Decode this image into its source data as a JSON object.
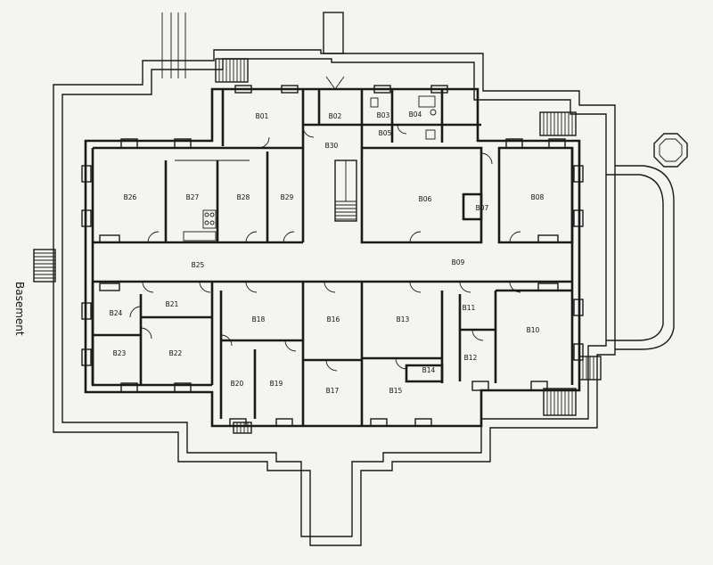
{
  "plan": {
    "side_label": "Basement",
    "rooms": [
      {
        "id": "B01",
        "label": "B01"
      },
      {
        "id": "B02",
        "label": "B02"
      },
      {
        "id": "B03",
        "label": "B03"
      },
      {
        "id": "B04",
        "label": "B04"
      },
      {
        "id": "B05",
        "label": "B05"
      },
      {
        "id": "B06",
        "label": "B06"
      },
      {
        "id": "B07",
        "label": "B07"
      },
      {
        "id": "B08",
        "label": "B08"
      },
      {
        "id": "B09",
        "label": "B09"
      },
      {
        "id": "B10",
        "label": "B10"
      },
      {
        "id": "B11",
        "label": "B11"
      },
      {
        "id": "B12",
        "label": "B12"
      },
      {
        "id": "B13",
        "label": "B13"
      },
      {
        "id": "B14",
        "label": "B14"
      },
      {
        "id": "B15",
        "label": "B15"
      },
      {
        "id": "B16",
        "label": "B16"
      },
      {
        "id": "B17",
        "label": "B17"
      },
      {
        "id": "B18",
        "label": "B18"
      },
      {
        "id": "B19",
        "label": "B19"
      },
      {
        "id": "B20",
        "label": "B20"
      },
      {
        "id": "B21",
        "label": "B21"
      },
      {
        "id": "B22",
        "label": "B22"
      },
      {
        "id": "B23",
        "label": "B23"
      },
      {
        "id": "B24",
        "label": "B24"
      },
      {
        "id": "B25",
        "label": "B25"
      },
      {
        "id": "B26",
        "label": "B26"
      },
      {
        "id": "B27",
        "label": "B27"
      },
      {
        "id": "B28",
        "label": "B28"
      },
      {
        "id": "B29",
        "label": "B29"
      },
      {
        "id": "B30",
        "label": "B30"
      }
    ]
  }
}
